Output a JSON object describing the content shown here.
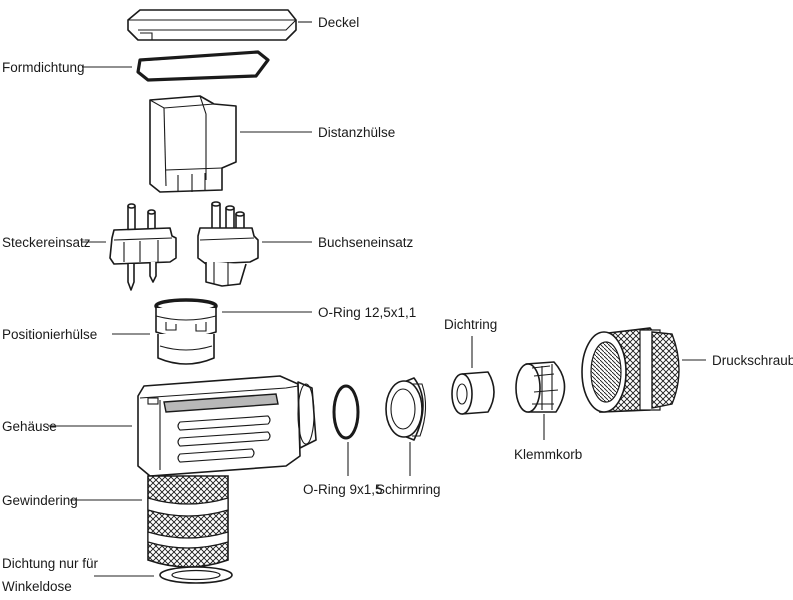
{
  "labels": {
    "deckel": "Deckel",
    "formdichtung": "Formdichtung",
    "distanzhuelse": "Distanzhülse",
    "steckereinsatz": "Steckereinsatz",
    "buchseneinsatz": "Buchseneinsatz",
    "o_ring_12": "O-Ring 12,5x1,1",
    "positionierhuelse": "Positionierhülse",
    "dichtring": "Dichtring",
    "druckschraube": "Druckschraube",
    "gehaeuse": "Gehäuse",
    "o_ring_9": "O-Ring 9x1,5",
    "schirmring": "Schirmring",
    "klemmkorb": "Klemmkorb",
    "gewindering": "Gewindering",
    "dichtung_line1": "Dichtung nur für",
    "dichtung_line2": "Winkeldose"
  }
}
